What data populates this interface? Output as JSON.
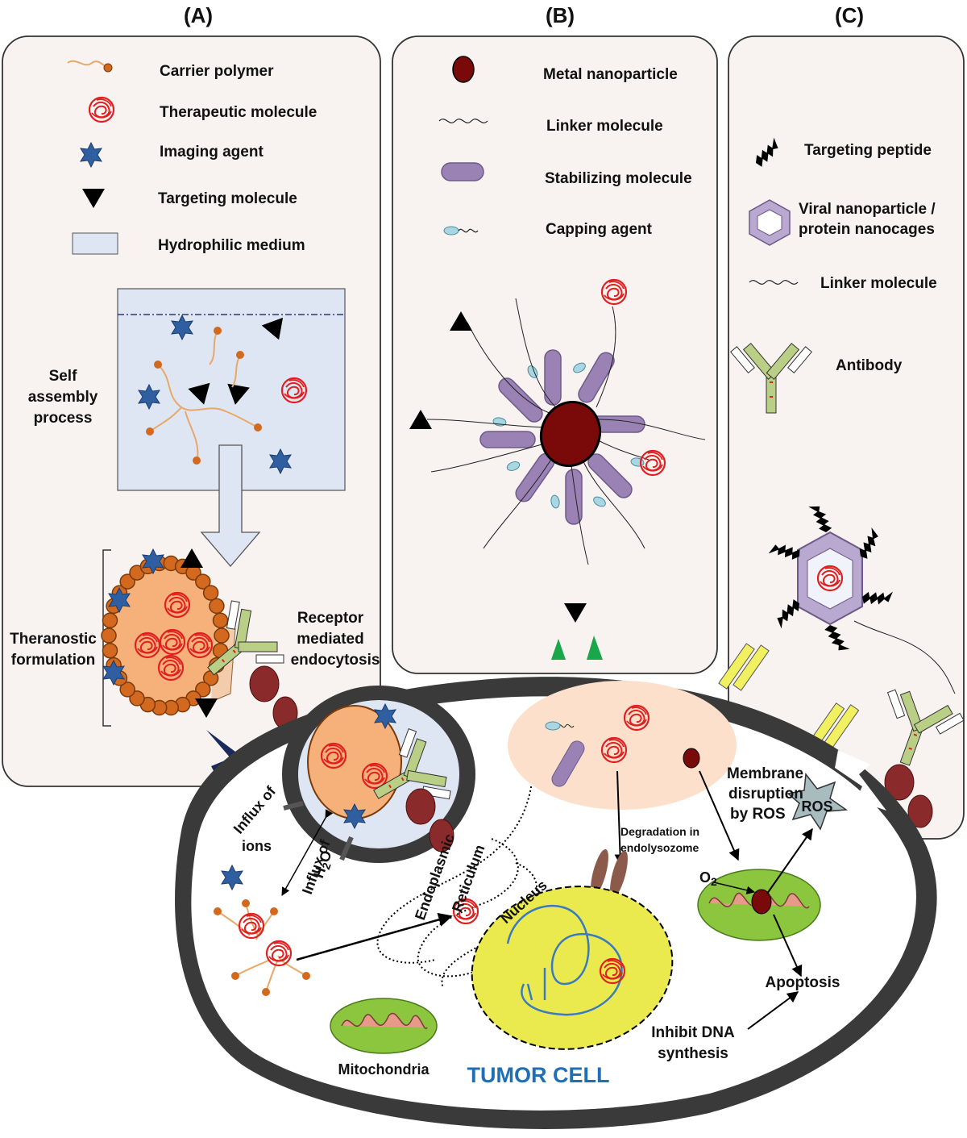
{
  "panels": {
    "a": {
      "heading": "(A)",
      "legend": [
        {
          "icon": "carrier-polymer-icon",
          "label": "Carrier polymer"
        },
        {
          "icon": "therapeutic-molecule-icon",
          "label": "Therapeutic molecule"
        },
        {
          "icon": "imaging-agent-icon",
          "label": "Imaging agent"
        },
        {
          "icon": "targeting-molecule-icon",
          "label": "Targeting molecule"
        },
        {
          "icon": "hydrophilic-medium-icon",
          "label": "Hydrophilic medium"
        }
      ],
      "self_assembly": [
        "Self",
        "assembly",
        "process"
      ],
      "theranostic": [
        "Theranostic",
        "formulation"
      ],
      "receptor": [
        "Receptor",
        "mediated",
        "endocytosis"
      ]
    },
    "b": {
      "heading": "(B)",
      "legend": [
        {
          "icon": "metal-nanoparticle-icon",
          "label": "Metal nanoparticle"
        },
        {
          "icon": "linker-molecule-icon",
          "label": "Linker molecule"
        },
        {
          "icon": "stabilizing-molecule-icon",
          "label": "Stabilizing molecule"
        },
        {
          "icon": "capping-agent-icon",
          "label": "Capping agent"
        }
      ]
    },
    "c": {
      "heading": "(C)",
      "legend": [
        {
          "icon": "targeting-peptide-icon",
          "label": "Targeting peptide"
        },
        {
          "icon": "viral-nanoparticle-icon",
          "label": [
            "Viral nanoparticle /",
            "protein nanocages"
          ]
        },
        {
          "icon": "linker-molecule-icon",
          "label": "Linker molecule"
        },
        {
          "icon": "antibody-icon",
          "label": "Antibody"
        }
      ]
    }
  },
  "cell": {
    "title": "TUMOR CELL",
    "influx_ions": [
      "Influx of",
      "ions"
    ],
    "influx_water": [
      "Influx of",
      "H",
      "2",
      "O"
    ],
    "er": [
      "Endoplasmic",
      "Reticulum"
    ],
    "degradation": [
      "Degradation in",
      "endolysozome"
    ],
    "nucleus": "Nucleus",
    "mitochondria": "Mitochondria",
    "membrane_disruption": [
      "Membrane",
      "disruption",
      "by ROS"
    ],
    "ros": "ROS",
    "o2": [
      "O",
      "2"
    ],
    "apoptosis": "Apoptosis",
    "inhibit": [
      "Inhibit DNA",
      "synthesis"
    ]
  },
  "colors": {
    "panel_bg": "#f8f2f1",
    "cell_membrane": "#3a3a3a",
    "therapeutic": "#e02020",
    "imaging": "#2f5fa0",
    "carrier": "#d07a20",
    "stabilizer": "#9a82b5",
    "metal": "#7a0a0a",
    "antibody": "#b9cf86",
    "mitochondria": "#8cc63f",
    "nucleus": "#eaea4f",
    "tumor_text": "#1f6fb5"
  }
}
